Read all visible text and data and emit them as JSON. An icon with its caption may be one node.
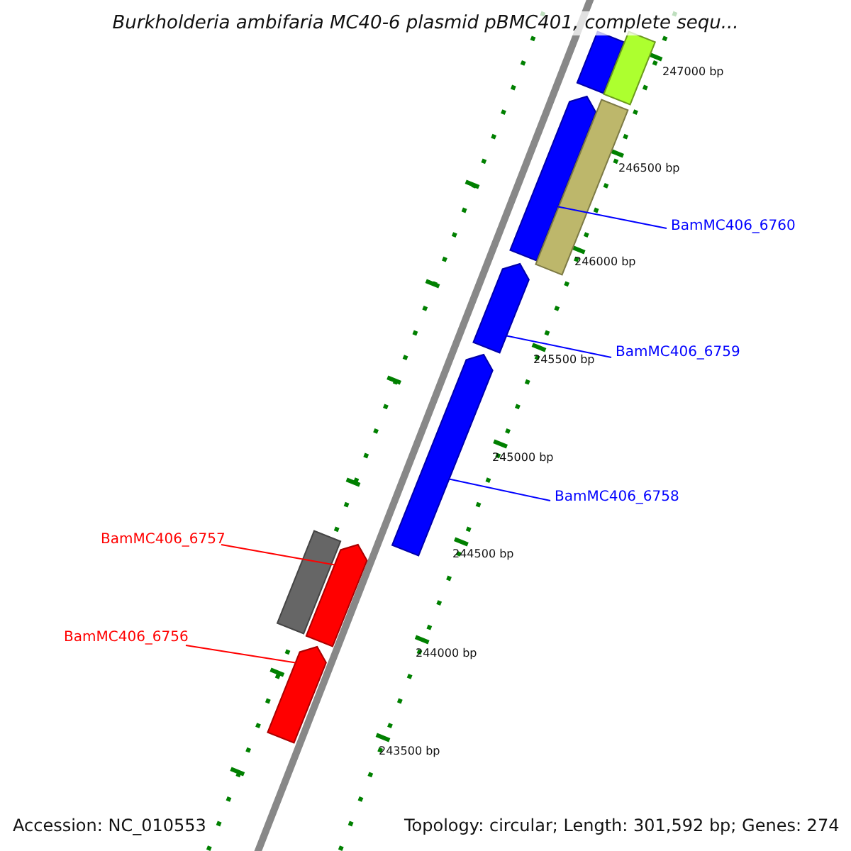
{
  "diagram": {
    "title": "Burkholderia ambifaria MC40-6 plasmid pBMC401, complete sequ...",
    "nodes": [
      {
        "text": [
          "BamMC406_6760"
        ]
      },
      {
        "text": [
          "BamMC406_6759"
        ]
      },
      {
        "text": [
          "BamMC406_6758"
        ]
      },
      {
        "text": [
          "BamMC406_6757"
        ]
      },
      {
        "text": [
          "BamMC406_6756"
        ]
      },
      {
        "text": [],
        "shape": "bar"
      },
      {
        "text": [],
        "shape": "bar"
      },
      {
        "text": [],
        "shape": "bar"
      },
      {
        "text": [],
        "shape": "bar"
      },
      {
        "text": [],
        "shape": "bar"
      },
      {
        "text": [],
        "shape": "bar"
      },
      {
        "text": [],
        "shape": "bar"
      },
      {
        "text": [],
        "shape": "bar"
      },
      {
        "text": [],
        "shape": "bar"
      }
    ],
    "edges": [
      {
        "from": 0,
        "to": 7,
        "arrow": "none"
      },
      {
        "from": 1,
        "to": 9,
        "arrow": "none"
      },
      {
        "from": 2,
        "to": 10,
        "arrow": "none"
      },
      {
        "from": 3,
        "to": 12,
        "arrow": "none",
        "color": "#ff0000"
      },
      {
        "from": 4,
        "to": 13,
        "arrow": "none",
        "color": "#ff0000"
      }
    ],
    "labels": [
      "247000 bp",
      "246500 bp",
      "246000 bp",
      "245500 bp",
      "245000 bp",
      "244500 bp",
      "244000 bp",
      "243500 bp",
      "Accession: NC_010553",
      "Topology: circular; Length: 301,592 bp; Genes: 274"
    ]
  }
}
